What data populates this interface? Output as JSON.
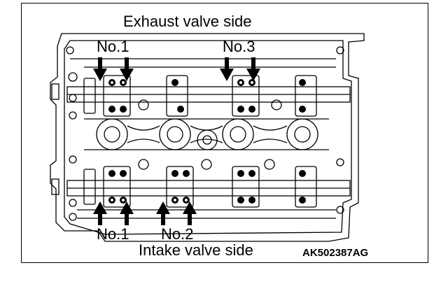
{
  "figure": {
    "top_label": "Exhaust valve side",
    "bottom_label": "Intake valve side",
    "figure_code": "AK502387AG",
    "exhaust_callouts": [
      "No.1",
      "No.3"
    ],
    "intake_callouts": [
      "No.1",
      "No.2"
    ]
  },
  "style": {
    "line_color": "#000000",
    "background": "#ffffff"
  }
}
